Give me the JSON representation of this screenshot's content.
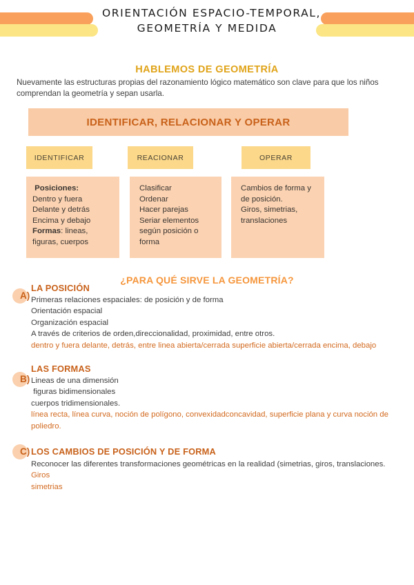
{
  "header": {
    "title_line1": "ORIENTACIÓN ESPACIO-TEMPORAL,",
    "title_line2": "GEOMETRÍA Y MEDIDA"
  },
  "intro": {
    "heading": "HABLEMOS DE GEOMETRÍA",
    "paragraph": "Nuevamente las estructuras propias del razonamiento lógico matemático son clave para que los niños comprendan la geometría y sepan usarla."
  },
  "banner": {
    "label": "IDENTIFICAR, RELACIONAR Y OPERAR"
  },
  "chips": [
    {
      "label": "IDENTIFICAR"
    },
    {
      "label": "REACIONAR"
    },
    {
      "label": "OPERAR"
    }
  ],
  "boxes": [
    {
      "bold_1": "Posiciones:",
      "line_1": "Dentro y fuera",
      "line_2": "Delante y detrás",
      "line_3": "Encima y debajo",
      "bold_2": "Formas",
      "line_4": ": lineas, figuras, cuerpos"
    },
    {
      "lines": "Clasificar\nOrdenar\nHacer parejas\nSeriar elementos según posición o forma"
    },
    {
      "lines": "Cambios de forma y de posición.\nGiros, simetrias, translaciones"
    }
  ],
  "section": {
    "heading": "¿PARA QUÉ SIRVE LA GEOMETRÍA?"
  },
  "blocks": [
    {
      "marker": "A)",
      "heading": "LA POSICIÓN",
      "body_plain": "Primeras relaciones espaciales: de posición y de forma\nOrientación espacial\nOrganización espacial\nA través de criterios de orden,direccionalidad, proximidad, entre otros.",
      "body_highlight": "dentro y fuera delante, detrás, entre linea abierta/cerrada superficie abierta/cerrada encima, debajo"
    },
    {
      "marker": "B)",
      "heading": "LAS FORMAS",
      "body_plain": "Lineas de una dimensión\n figuras bidimensionales\ncuerpos tridimensionales.",
      "body_highlight": "línea recta, línea curva, noción de polígono, convexidadconcavidad, superficie plana y curva noción de poliedro."
    },
    {
      "marker": "C)",
      "heading": "LOS CAMBIOS DE POSICIÓN Y DE FORMA",
      "body_plain": "Reconocer las diferentes transformaciones geométricas en la realidad (simetrias, giros, translaciones.",
      "body_highlight": "Giros\nsimetrias"
    }
  ],
  "colors": {
    "gold": "#E0A318",
    "orange_bright": "#F5963C",
    "burnt_orange": "#C8611A",
    "peach_box": "#FBD3B2",
    "peach_banner": "#F9CBA6",
    "yellow_chip": "#FBD88A",
    "bar_orange": "#F9A15C",
    "bar_yellow": "#FBE584"
  }
}
